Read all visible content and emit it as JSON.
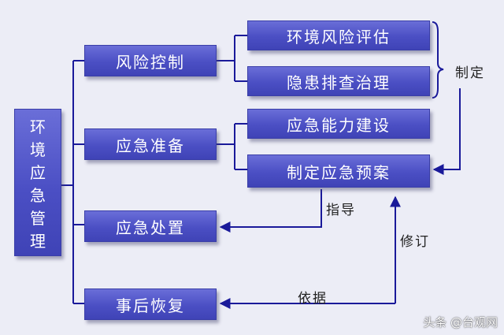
{
  "root": {
    "chars": [
      "环",
      "境",
      "应",
      "急",
      "管",
      "理"
    ]
  },
  "level1": [
    {
      "label": "风险控制"
    },
    {
      "label": "应急准备"
    },
    {
      "label": "应急处置"
    },
    {
      "label": "事后恢复"
    }
  ],
  "level2": [
    {
      "label": "环境风险评估"
    },
    {
      "label": "隐患排查治理"
    },
    {
      "label": "应急能力建设"
    },
    {
      "label": "制定应急预案"
    }
  ],
  "edge_labels": {
    "zhiding": "制定",
    "zhidao": "指导",
    "xiuding": "修订",
    "yiju": "依据"
  },
  "watermark": "头条 @台观网",
  "colors": {
    "box": "#4b4fc4",
    "connector": "#1a1a9a",
    "background": "#ecedf6"
  }
}
